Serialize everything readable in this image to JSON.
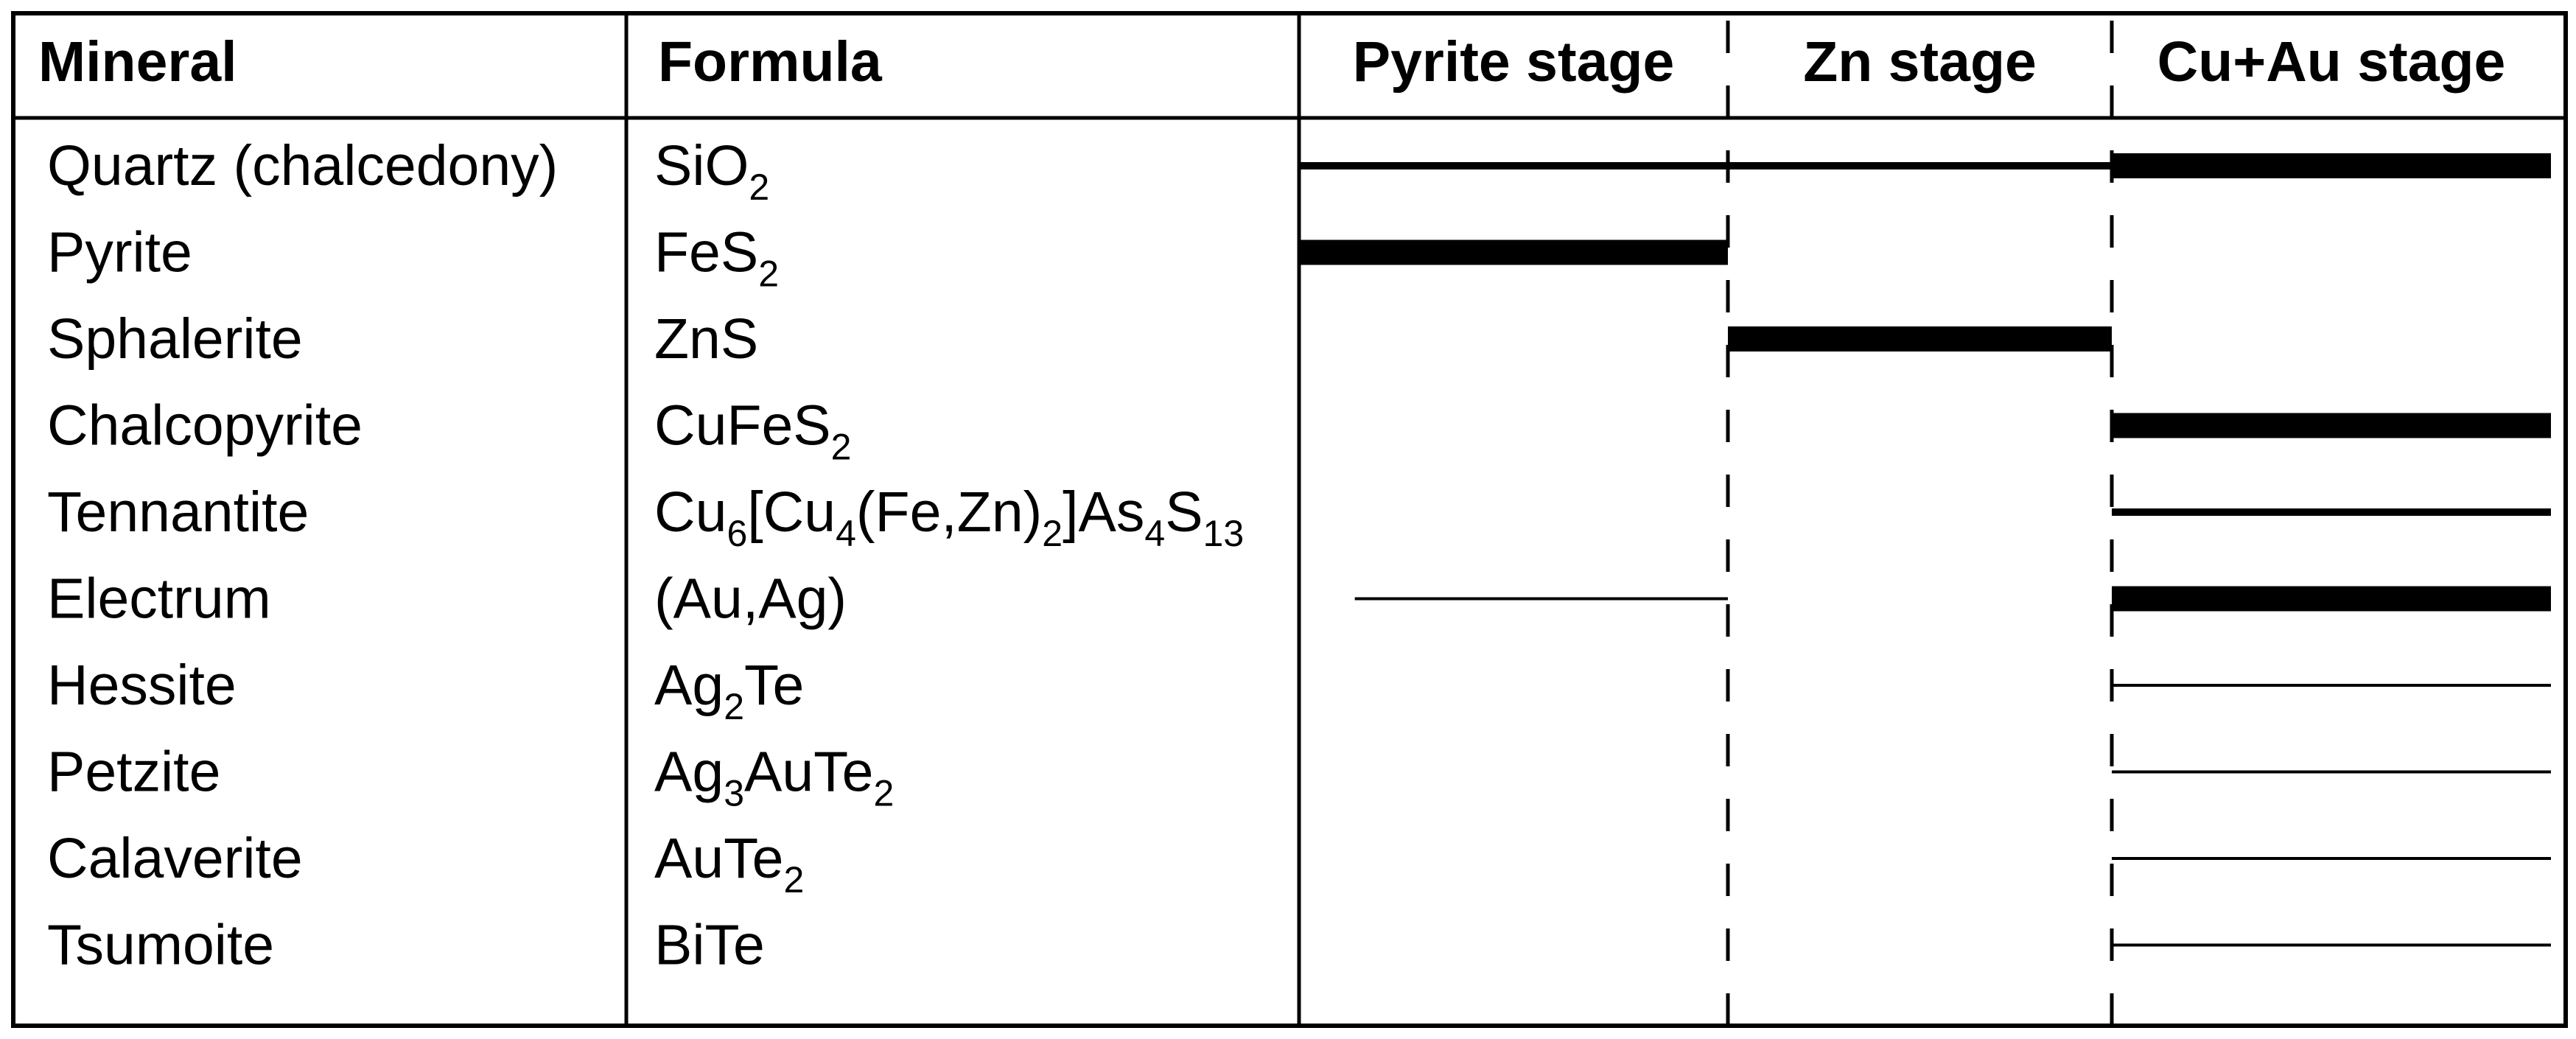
{
  "headers": {
    "mineral": "Mineral",
    "formula": "Formula",
    "stages": [
      "Pyrite stage",
      "Zn stage",
      "Cu+Au stage"
    ]
  },
  "rows": [
    {
      "mineral": "Quartz (chalcedony)",
      "formula": [
        [
          "SiO",
          0
        ],
        [
          "2",
          1
        ]
      ],
      "bars": [
        {
          "from": 0,
          "to": 2,
          "weight": "medium"
        },
        {
          "from": 2,
          "to": 3,
          "weight": "heavy"
        }
      ]
    },
    {
      "mineral": "Pyrite",
      "formula": [
        [
          "FeS",
          0
        ],
        [
          "2",
          1
        ]
      ],
      "bars": [
        {
          "from": 0,
          "to": 1,
          "weight": "heavy"
        }
      ]
    },
    {
      "mineral": "Sphalerite",
      "formula": [
        [
          "ZnS",
          0
        ]
      ],
      "bars": [
        {
          "from": 1,
          "to": 2,
          "weight": "heavy"
        }
      ]
    },
    {
      "mineral": "Chalcopyrite",
      "formula": [
        [
          "CuFeS",
          0
        ],
        [
          "2",
          1
        ]
      ],
      "bars": [
        {
          "from": 2,
          "to": 3,
          "weight": "heavy"
        }
      ]
    },
    {
      "mineral": "Tennantite",
      "formula": [
        [
          "Cu",
          0
        ],
        [
          "6",
          1
        ],
        [
          "[Cu",
          0
        ],
        [
          "4",
          1
        ],
        [
          "(Fe,Zn)",
          0
        ],
        [
          "2",
          1
        ],
        [
          "]As",
          0
        ],
        [
          "4",
          1
        ],
        [
          "S",
          0
        ],
        [
          "13",
          1
        ]
      ],
      "bars": [
        {
          "from": 2,
          "to": 3,
          "weight": "medium"
        }
      ]
    },
    {
      "mineral": "Electrum",
      "formula": [
        [
          "(Au,Ag)",
          0
        ]
      ],
      "bars": [
        {
          "from": 0.13,
          "to": 1,
          "weight": "thin"
        },
        {
          "from": 2,
          "to": 3,
          "weight": "heavy"
        }
      ]
    },
    {
      "mineral": "Hessite",
      "formula": [
        [
          "Ag",
          0
        ],
        [
          "2",
          1
        ],
        [
          "Te",
          0
        ]
      ],
      "bars": [
        {
          "from": 2,
          "to": 3,
          "weight": "thin"
        }
      ]
    },
    {
      "mineral": "Petzite",
      "formula": [
        [
          "Ag",
          0
        ],
        [
          "3",
          1
        ],
        [
          "AuTe",
          0
        ],
        [
          "2",
          1
        ]
      ],
      "bars": [
        {
          "from": 2,
          "to": 3,
          "weight": "thin"
        }
      ]
    },
    {
      "mineral": "Calaverite",
      "formula": [
        [
          "AuTe",
          0
        ],
        [
          "2",
          1
        ]
      ],
      "bars": [
        {
          "from": 2,
          "to": 3,
          "weight": "thin"
        }
      ]
    },
    {
      "mineral": "Tsumoite",
      "formula": [
        [
          "BiTe",
          0
        ]
      ],
      "bars": [
        {
          "from": 2,
          "to": 3,
          "weight": "thin"
        }
      ]
    }
  ]
}
